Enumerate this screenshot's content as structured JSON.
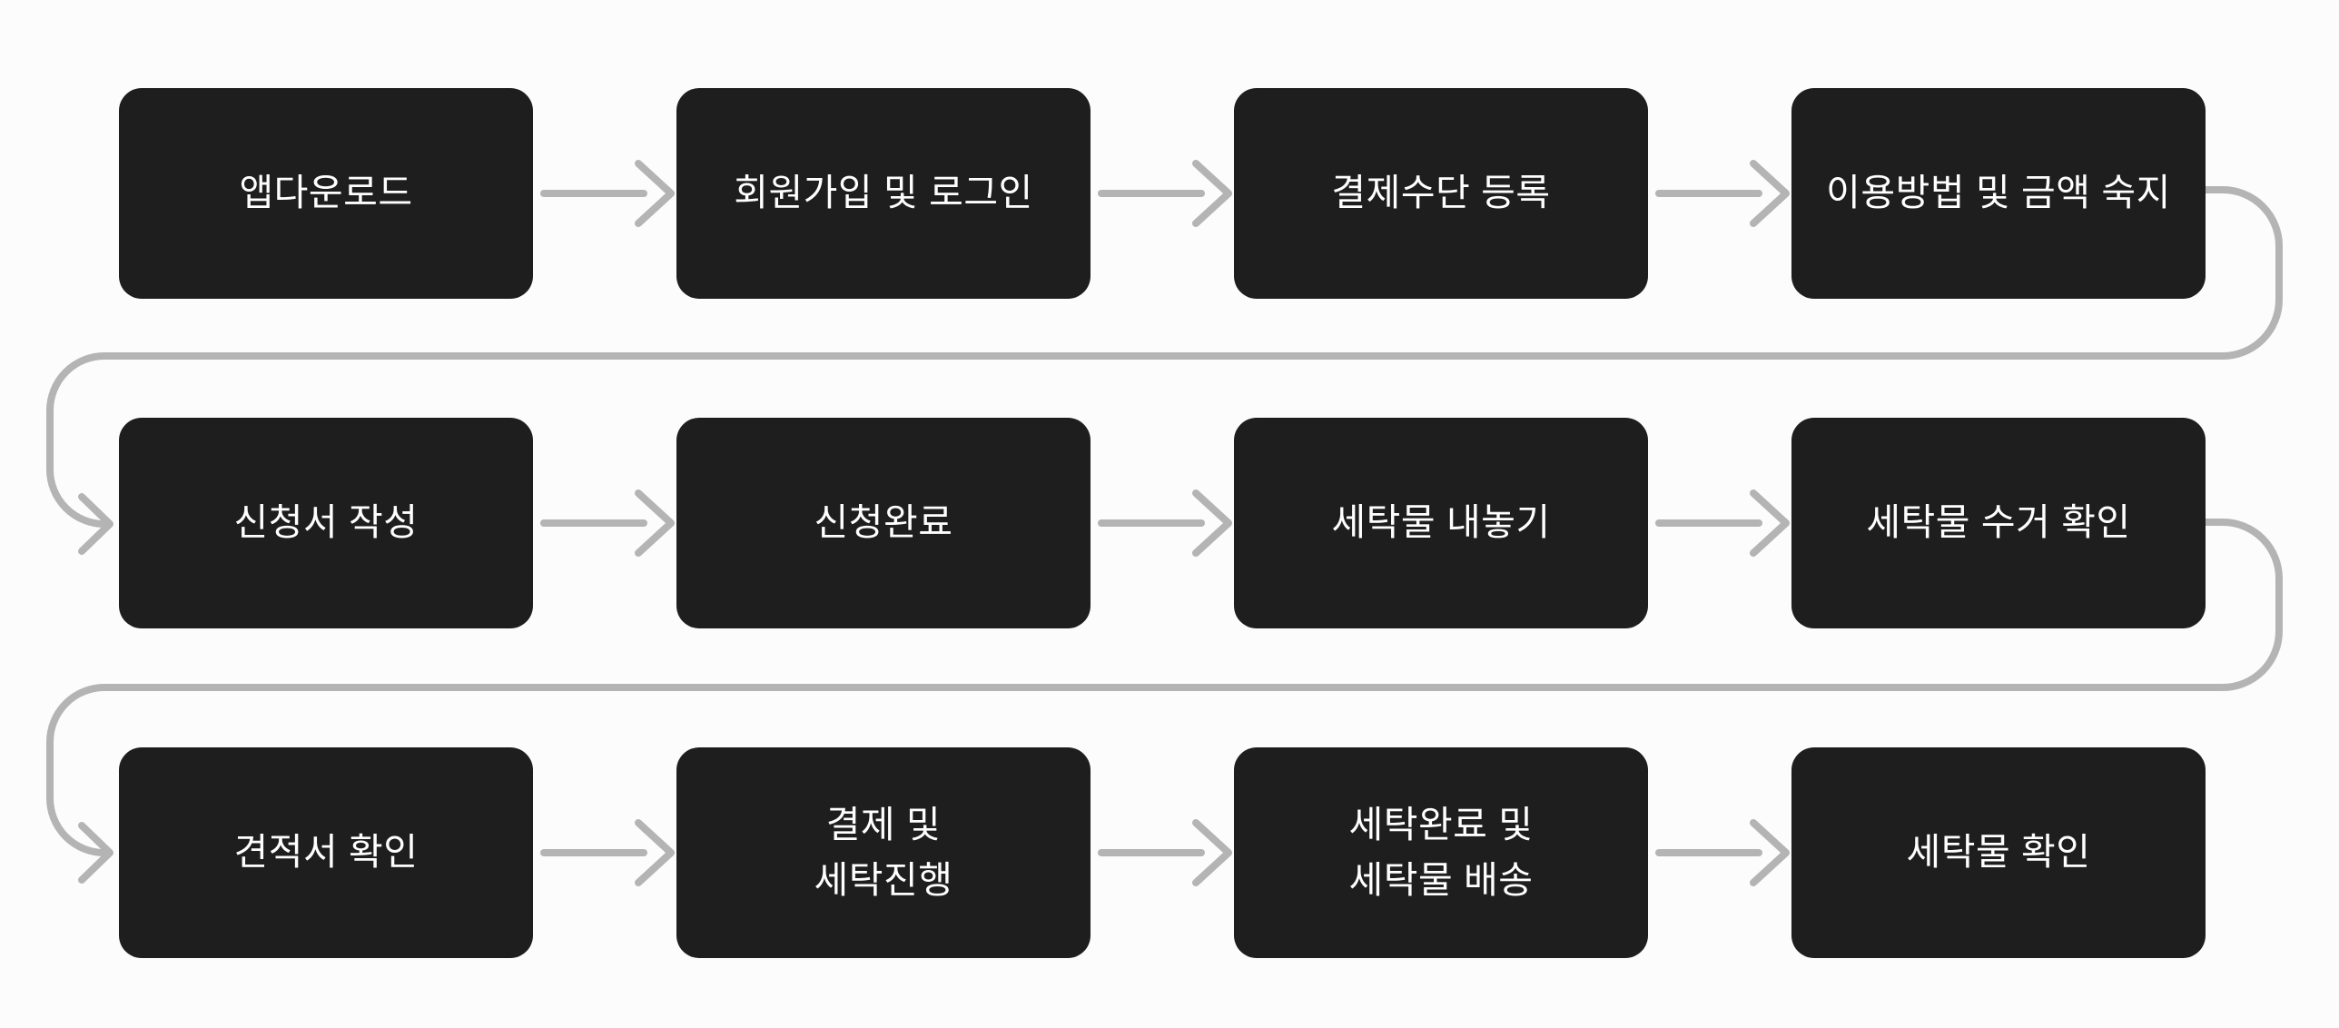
{
  "flow": {
    "rows": [
      {
        "steps": [
          {
            "label": "앱다운로드"
          },
          {
            "label": "회원가입 및 로그인"
          },
          {
            "label": "결제수단 등록"
          },
          {
            "label": "이용방법 및 금액 숙지"
          }
        ]
      },
      {
        "steps": [
          {
            "label": "신청서 작성"
          },
          {
            "label": "신청완료"
          },
          {
            "label": "세탁물 내놓기"
          },
          {
            "label": "세탁물 수거 확인"
          }
        ]
      },
      {
        "steps": [
          {
            "label": "견적서 확인"
          },
          {
            "label": "결제 및\n세탁진행"
          },
          {
            "label": "세탁완료 및\n세탁물 배송"
          },
          {
            "label": "세탁물 확인"
          }
        ]
      }
    ]
  },
  "colors": {
    "background": "#fcfcfc",
    "box": "#1e1e1e",
    "text": "#ffffff",
    "arrow": "#b4b4b4"
  }
}
